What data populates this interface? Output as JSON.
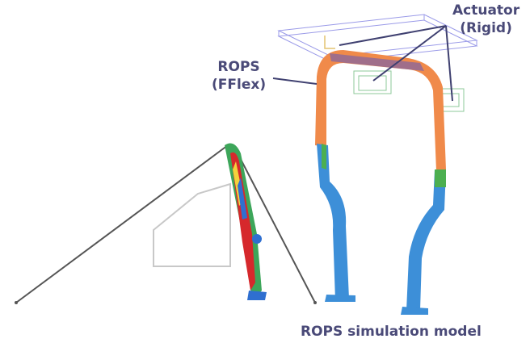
{
  "labels": {
    "actuator_line1": "Actuator",
    "actuator_line2": "(Rigid)",
    "rops_line1": "ROPS",
    "rops_line2": "(FFlex)",
    "caption": "ROPS simulation model"
  },
  "colors": {
    "label_text": "#4a4a78",
    "leader_line": "#3f4070",
    "rops_orange": "#f08a4a",
    "rops_blue": "#3d8fd8",
    "actuator_wireframe": "#9a9ae8",
    "actuator_green": "#8ec89a",
    "cab_outline": "#c8c8c8",
    "cable": "#555555",
    "stress_red": "#d6282c",
    "stress_green": "#4caf50"
  }
}
